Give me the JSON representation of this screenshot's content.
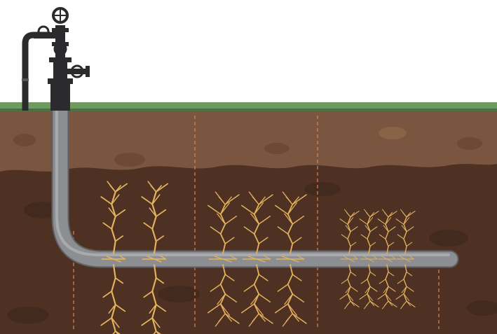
{
  "colors": {
    "sky": "#ffffff",
    "grass": "#6e9a5e",
    "grass_edge": "#4d6f43",
    "topsoil": "#7a5540",
    "topsoil_light": "#8a6248",
    "subsoil": "#4e3123",
    "subsoil_dark": "#432a1e",
    "pipe": "#8d8e92",
    "pipe_dark": "#5f6065",
    "fracture": "#e3b25d",
    "stage_divider": "#e0864f",
    "wellhead": "#2b2b2e"
  },
  "icons": [
    "wellhead-icon",
    "valve-wheel-icon"
  ],
  "stage_count": 3,
  "fracture_clusters_per_stage": [
    2,
    3,
    4
  ]
}
